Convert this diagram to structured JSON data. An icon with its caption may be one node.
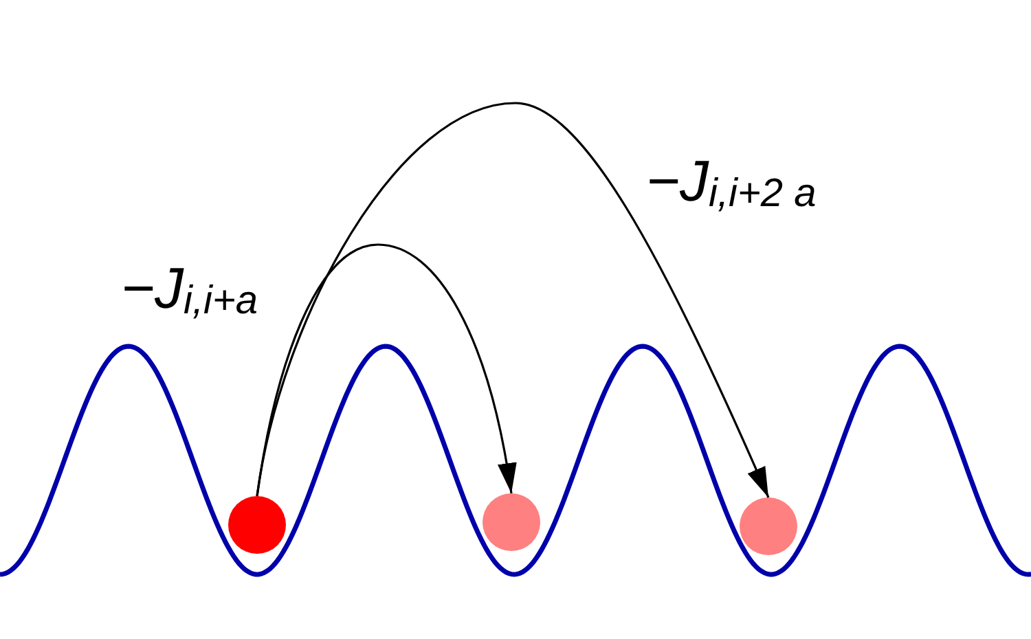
{
  "diagram": {
    "nodes": [
      {
        "text": [],
        "shape": "circle"
      },
      {
        "text": [],
        "shape": "circle"
      },
      {
        "text": [],
        "shape": "circle"
      }
    ],
    "edges": [
      {
        "from": 0,
        "to": 1,
        "arrow": "to",
        "label": "−J$_{i,i+a}$"
      },
      {
        "from": 0,
        "to": 2,
        "arrow": "to",
        "label": "−J$_{i,i+2 a}$"
      }
    ]
  }
}
